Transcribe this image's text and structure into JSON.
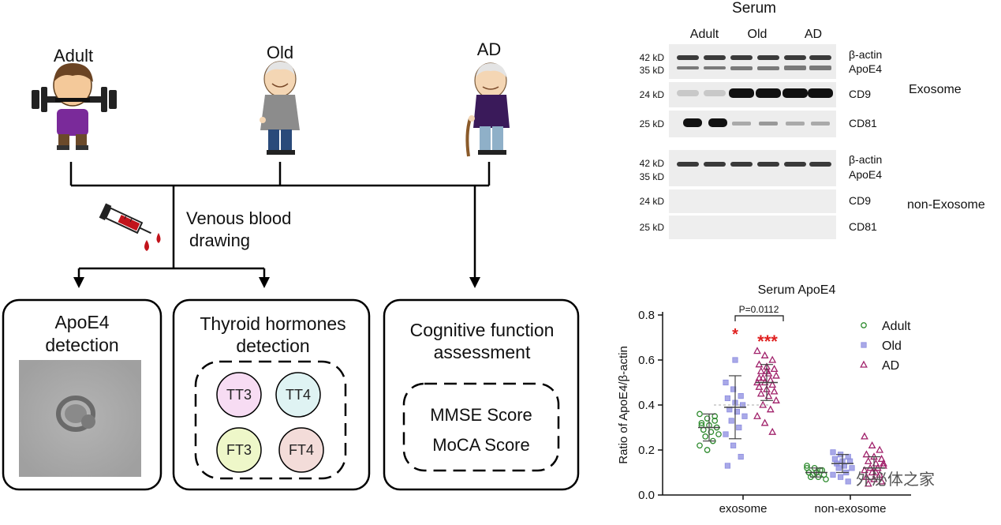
{
  "diagram": {
    "groups": [
      "Adult",
      "Old",
      "AD"
    ],
    "blood_label_line1": "Venous blood",
    "blood_label_line2": "drawing",
    "box1": {
      "line1": "ApoE4",
      "line2": "detection"
    },
    "box2": {
      "line1": "Thyroid hormones",
      "line2": "detection",
      "hormones": [
        "TT3",
        "TT4",
        "FT3",
        "FT4"
      ]
    },
    "box3": {
      "line1": "Cognitive function",
      "line2": "assessment",
      "scores": [
        "MMSE Score",
        "MoCA Score"
      ]
    },
    "colors": {
      "TT3": "#f7dcf3",
      "TT4": "#dff3f3",
      "FT3": "#eef7c9",
      "FT4": "#f3dcd9"
    }
  },
  "western_blot": {
    "title": "Serum",
    "lanes": [
      "Adult",
      "Old",
      "AD"
    ],
    "exosome_label": "Exosome",
    "non_exosome_label": "non-Exosome",
    "exosome_rows": [
      {
        "kd": [
          "42 kD",
          "35 kD"
        ],
        "proteins": [
          "β-actin",
          "ApoE4"
        ]
      },
      {
        "kd": [
          "24 kD"
        ],
        "proteins": [
          "CD9"
        ]
      },
      {
        "kd": [
          "25 kD"
        ],
        "proteins": [
          "CD81"
        ]
      }
    ],
    "non_exosome_rows": [
      {
        "kd": [
          "42 kD",
          "35 kD"
        ],
        "proteins": [
          "β-actin",
          "ApoE4"
        ]
      },
      {
        "kd": [
          "24 kD"
        ],
        "proteins": [
          "CD9"
        ]
      },
      {
        "kd": [
          "25 kD"
        ],
        "proteins": [
          "CD81"
        ]
      }
    ]
  },
  "chart_data": {
    "type": "scatter",
    "title": "Serum ApoE4",
    "ylabel": "Ratio of ApoE4/β-actin",
    "ylim": [
      0.0,
      0.8
    ],
    "yticks": [
      0.0,
      0.2,
      0.4,
      0.6,
      0.8
    ],
    "categories": [
      "exosome",
      "non-exosome"
    ],
    "legend_position": "top-right",
    "annotation": "P=0.0112",
    "significance": {
      "Old_exosome": "*",
      "AD_exosome": "***"
    },
    "series": [
      {
        "name": "Adult",
        "marker": "circle",
        "color": "#2e8b2e",
        "mean": [
          0.3,
          0.1
        ],
        "sd": [
          0.06,
          0.02
        ],
        "values": [
          [
            0.36,
            0.34,
            0.33,
            0.32,
            0.31,
            0.3,
            0.29,
            0.28,
            0.27,
            0.26,
            0.24,
            0.22,
            0.2,
            0.35,
            0.31
          ],
          [
            0.13,
            0.12,
            0.11,
            0.1,
            0.1,
            0.09,
            0.08,
            0.08,
            0.07,
            0.09,
            0.11,
            0.12
          ]
        ]
      },
      {
        "name": "Old",
        "marker": "square",
        "color": "#8c8ce0",
        "mean": [
          0.39,
          0.14
        ],
        "sd": [
          0.14,
          0.04
        ],
        "values": [
          [
            0.5,
            0.47,
            0.44,
            0.43,
            0.41,
            0.4,
            0.38,
            0.37,
            0.35,
            0.33,
            0.3,
            0.27,
            0.22,
            0.17,
            0.13,
            0.6
          ],
          [
            0.19,
            0.18,
            0.17,
            0.16,
            0.15,
            0.15,
            0.14,
            0.13,
            0.12,
            0.12,
            0.1,
            0.09,
            0.08,
            0.06
          ]
        ]
      },
      {
        "name": "AD",
        "marker": "triangle",
        "color": "#a0206a",
        "mean": [
          0.5,
          0.12
        ],
        "sd": [
          0.08,
          0.05
        ],
        "values": [
          [
            0.64,
            0.62,
            0.6,
            0.58,
            0.57,
            0.56,
            0.55,
            0.54,
            0.53,
            0.52,
            0.51,
            0.5,
            0.5,
            0.49,
            0.48,
            0.47,
            0.46,
            0.45,
            0.44,
            0.42,
            0.4,
            0.38,
            0.35,
            0.32,
            0.28,
            0.52,
            0.55
          ],
          [
            0.26,
            0.22,
            0.2,
            0.18,
            0.17,
            0.16,
            0.15,
            0.14,
            0.13,
            0.12,
            0.12,
            0.11,
            0.1,
            0.09,
            0.08,
            0.07,
            0.06,
            0.05,
            0.1,
            0.14
          ]
        ]
      }
    ]
  },
  "watermark": "外泌体之家"
}
